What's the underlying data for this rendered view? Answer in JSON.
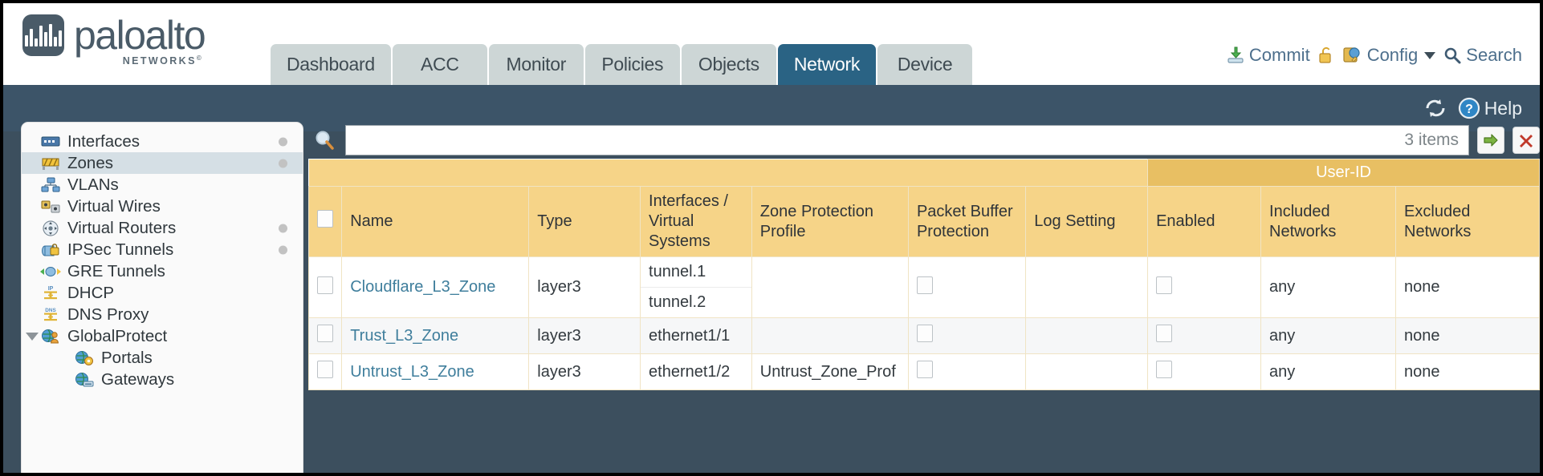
{
  "brand": {
    "name": "paloalto",
    "sub": "NETWORKS",
    "sup": "©"
  },
  "tabs": [
    {
      "label": "Dashboard",
      "active": false
    },
    {
      "label": "ACC",
      "active": false
    },
    {
      "label": "Monitor",
      "active": false
    },
    {
      "label": "Policies",
      "active": false
    },
    {
      "label": "Objects",
      "active": false
    },
    {
      "label": "Network",
      "active": true
    },
    {
      "label": "Device",
      "active": false
    }
  ],
  "header_actions": {
    "commit": "Commit",
    "config": "Config",
    "search": "Search",
    "lock_icon": "padlock-unlocked-icon",
    "commit_icon": "commit-icon",
    "config_icon": "config-wrench-icon",
    "search_icon": "search-icon",
    "caret_icon": "chevron-down-icon"
  },
  "subbar": {
    "refresh_icon": "refresh-icon",
    "help_icon": "help-question-icon",
    "help_label": "Help"
  },
  "sidebar": {
    "items": [
      {
        "label": "Interfaces",
        "icon": "interfaces-icon",
        "dot": true,
        "child": false,
        "selected": false,
        "arrow": false
      },
      {
        "label": "Zones",
        "icon": "zones-icon",
        "dot": true,
        "child": false,
        "selected": true,
        "arrow": false
      },
      {
        "label": "VLANs",
        "icon": "vlans-icon",
        "dot": false,
        "child": false,
        "selected": false,
        "arrow": false
      },
      {
        "label": "Virtual Wires",
        "icon": "virtual-wires-icon",
        "dot": false,
        "child": false,
        "selected": false,
        "arrow": false
      },
      {
        "label": "Virtual Routers",
        "icon": "virtual-routers-icon",
        "dot": true,
        "child": false,
        "selected": false,
        "arrow": false
      },
      {
        "label": "IPSec Tunnels",
        "icon": "ipsec-tunnels-icon",
        "dot": true,
        "child": false,
        "selected": false,
        "arrow": false
      },
      {
        "label": "GRE Tunnels",
        "icon": "gre-tunnels-icon",
        "dot": false,
        "child": false,
        "selected": false,
        "arrow": false
      },
      {
        "label": "DHCP",
        "icon": "dhcp-icon",
        "dot": false,
        "child": false,
        "selected": false,
        "arrow": false
      },
      {
        "label": "DNS Proxy",
        "icon": "dns-proxy-icon",
        "dot": false,
        "child": false,
        "selected": false,
        "arrow": false
      },
      {
        "label": "GlobalProtect",
        "icon": "globalprotect-icon",
        "dot": false,
        "child": false,
        "selected": false,
        "arrow": true
      },
      {
        "label": "Portals",
        "icon": "portals-icon",
        "dot": false,
        "child": true,
        "selected": false,
        "arrow": false
      },
      {
        "label": "Gateways",
        "icon": "gateways-icon",
        "dot": false,
        "child": true,
        "selected": false,
        "arrow": false
      }
    ]
  },
  "toolbar": {
    "search_icon": "search-icon",
    "search_value": "",
    "search_placeholder": "",
    "item_count": "3 items",
    "apply_icon": "apply-filter-arrow-icon",
    "clear_icon": "clear-filter-x-icon"
  },
  "table": {
    "group_header": "User-ID",
    "columns": [
      "Name",
      "Type",
      "Interfaces / Virtual Systems",
      "Zone Protection Profile",
      "Packet Buffer Protection",
      "Log Setting",
      "Enabled",
      "Included Networks",
      "Excluded Networks"
    ],
    "rows": [
      {
        "name": "Cloudflare_L3_Zone",
        "type": "layer3",
        "interfaces": [
          "tunnel.1",
          "tunnel.2"
        ],
        "zone_protection_profile": "",
        "packet_buffer_protection": false,
        "log_setting": "",
        "userid_enabled": false,
        "included_networks": "any",
        "excluded_networks": "none",
        "selected": false,
        "alt": false
      },
      {
        "name": "Trust_L3_Zone",
        "type": "layer3",
        "interfaces": [
          "ethernet1/1"
        ],
        "zone_protection_profile": "",
        "packet_buffer_protection": false,
        "log_setting": "",
        "userid_enabled": false,
        "included_networks": "any",
        "excluded_networks": "none",
        "selected": false,
        "alt": true
      },
      {
        "name": "Untrust_L3_Zone",
        "type": "layer3",
        "interfaces": [
          "ethernet1/2"
        ],
        "zone_protection_profile": "Untrust_Zone_Prof",
        "packet_buffer_protection": false,
        "log_setting": "",
        "userid_enabled": false,
        "included_networks": "any",
        "excluded_networks": "none",
        "selected": false,
        "alt": false
      }
    ]
  },
  "colors": {
    "header_amber": "#f6d488",
    "group_amber": "#e8bf63",
    "active_tab": "#2a6384",
    "chrome_blue": "#3c5468",
    "link_teal": "#3f7e9c"
  }
}
